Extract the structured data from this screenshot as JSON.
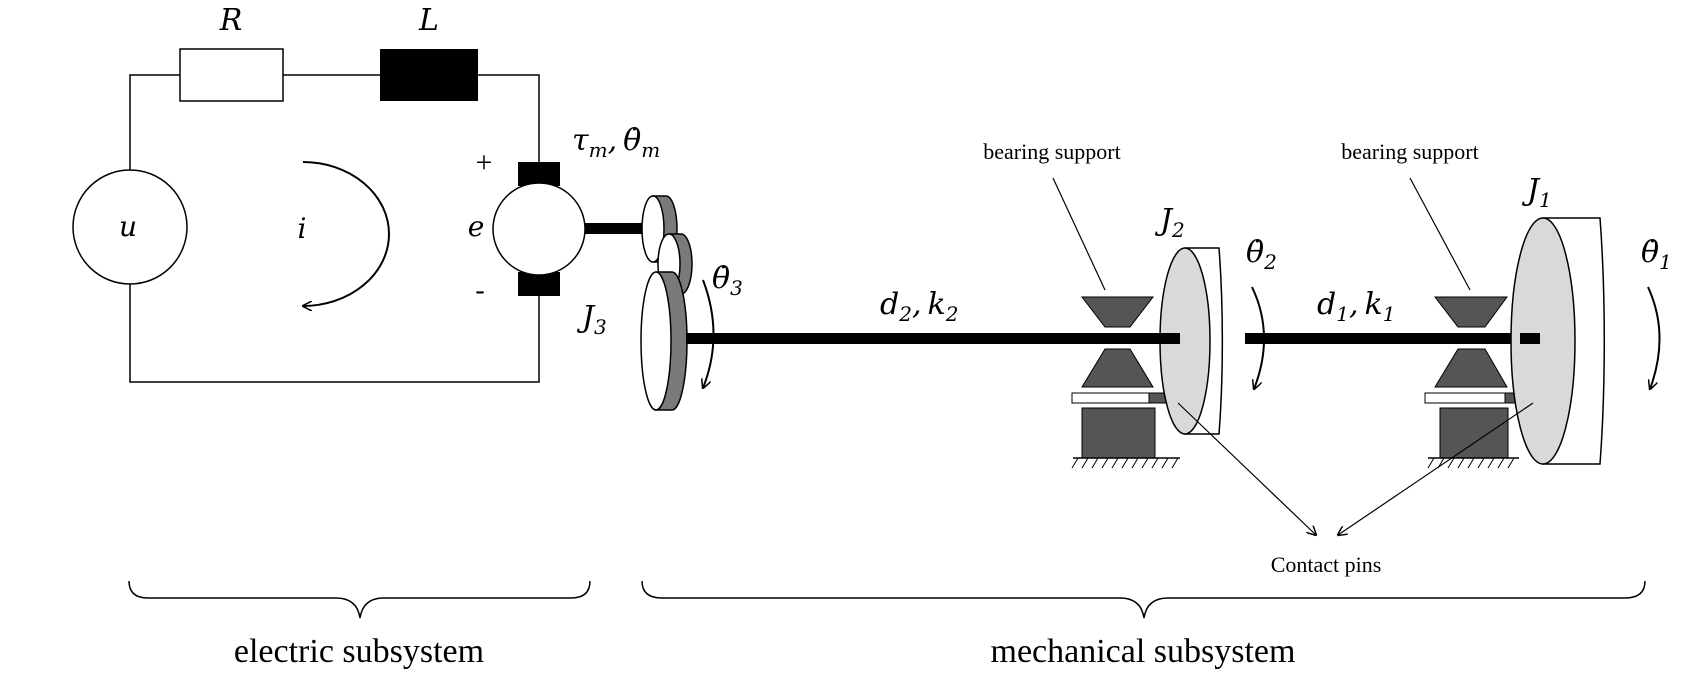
{
  "circuit": {
    "source_label": "u",
    "resistor_label": "R",
    "inductor_label": "L",
    "current_label": "i",
    "emf_label": "e",
    "plus_sign": "+",
    "minus_sign": "-",
    "motor_label": {
      "tau": "τ",
      "tau_sub": "m",
      "sep": ",",
      "theta": "θ̇",
      "theta_sub": "m"
    }
  },
  "mechanical": {
    "j3": {
      "sym": "J",
      "sub": "3"
    },
    "theta3": {
      "sym": "θ̇",
      "sub": "3"
    },
    "shaft2": {
      "d": "d",
      "d_sub": "2",
      "sep": ",",
      "k": "k",
      "k_sub": "2"
    },
    "j2": {
      "sym": "J",
      "sub": "2"
    },
    "theta2": {
      "sym": "θ̇",
      "sub": "2"
    },
    "shaft1": {
      "d": "d",
      "d_sub": "1",
      "sep": ",",
      "k": "k",
      "k_sub": "1"
    },
    "j1": {
      "sym": "J",
      "sub": "1"
    },
    "theta1": {
      "sym": "θ̇",
      "sub": "1"
    },
    "bearing_label": "bearing support",
    "contact_label": "Contact pins"
  },
  "subsystems": {
    "electric": "electric subsystem",
    "mechanical": "mechanical subsystem"
  },
  "colors": {
    "dark_gray": "#555555",
    "mid_gray": "#7a7a7a",
    "light_gray": "#d9d9d9",
    "black": "#000000"
  }
}
